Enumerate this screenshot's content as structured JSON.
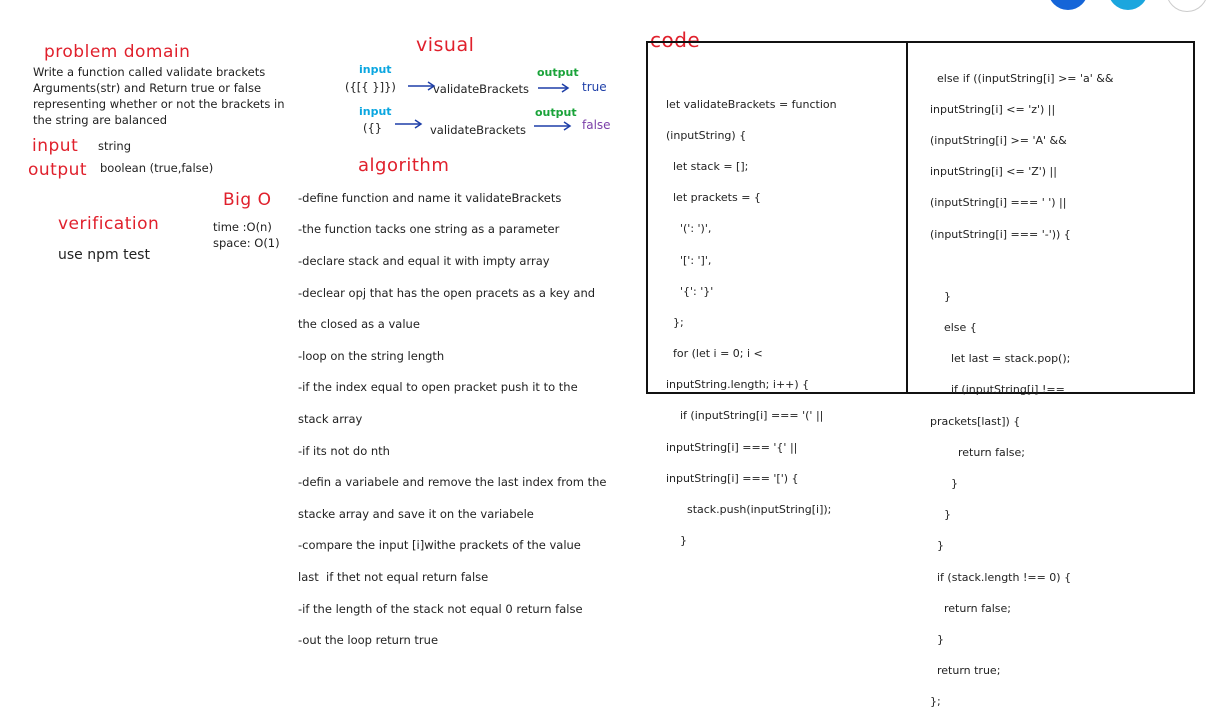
{
  "headings": {
    "problem_domain": "problem domain",
    "visual": "visual",
    "code": "code",
    "input": "input",
    "output": "output",
    "verification": "verification",
    "big_o": "Big O",
    "algorithm": "algorithm"
  },
  "problem": [
    "Write a function called validate brackets",
    "Arguments(str) and Return true or false",
    "representing whether or not the brackets in",
    "the string are balanced"
  ],
  "io": {
    "input_value": "string",
    "output_value": "boolean (true,false)"
  },
  "verification_text": "use npm test",
  "big_o": {
    "time": "time :O(n)",
    "space": "space: O(1)"
  },
  "visual": {
    "row1": {
      "input_label": "input",
      "input": "({[{   }]})",
      "fn": "validateBrackets",
      "output_label": "output",
      "result": "true"
    },
    "row2": {
      "input_label": "input",
      "input": "({}",
      "fn": "validateBrackets",
      "output_label": "output",
      "result": "false"
    }
  },
  "algorithm": [
    "-define function and name it validateBrackets",
    "-the function tacks one string as a parameter",
    "-declare stack and equal it with impty array",
    "-declear opj that has the open pracets as a key and",
    "the closed as a value",
    "-loop on the string length",
    "-if the index equal to open pracket push it to the",
    "stack array",
    "-if its not do nth",
    "-defin a variabele and remove the last index from the",
    "stacke array and save it on the variabele",
    "-compare the input [i]withe prackets of the value",
    "last  if thet not equal return false",
    "-if the length of the stack not equal 0 return false",
    "-out the loop return true"
  ],
  "code_left": [
    "let validateBrackets = function",
    "(inputString) {",
    "  let stack = [];",
    "  let prackets = {",
    "    '(': ')',",
    "    '[': ']',",
    "    '{': '}'",
    "  };",
    "  for (let i = 0; i <",
    "inputString.length; i++) {",
    "    if (inputString[i] === '(' ||",
    "inputString[i] === '{' ||",
    "inputString[i] === '[') {",
    "      stack.push(inputString[i]);",
    "    }"
  ],
  "code_right": [
    "  else if ((inputString[i] >= 'a' &&",
    "inputString[i] <= 'z') ||",
    "(inputString[i] >= 'A' &&",
    "inputString[i] <= 'Z') ||",
    "(inputString[i] === ' ') ||",
    "(inputString[i] === '-')) {",
    "",
    "    }",
    "    else {",
    "      let last = stack.pop();",
    "      if (inputString[i] !==",
    "prackets[last]) {",
    "        return false;",
    "      }",
    "    }",
    "  }",
    "  if (stack.length !== 0) {",
    "    return false;",
    "  }",
    "  return true;",
    "};"
  ],
  "colors": {
    "heading": "#e0202c",
    "input_label": "#0aa6e0",
    "output_label": "#1aa33a",
    "false_result": "#7b3fa8"
  }
}
